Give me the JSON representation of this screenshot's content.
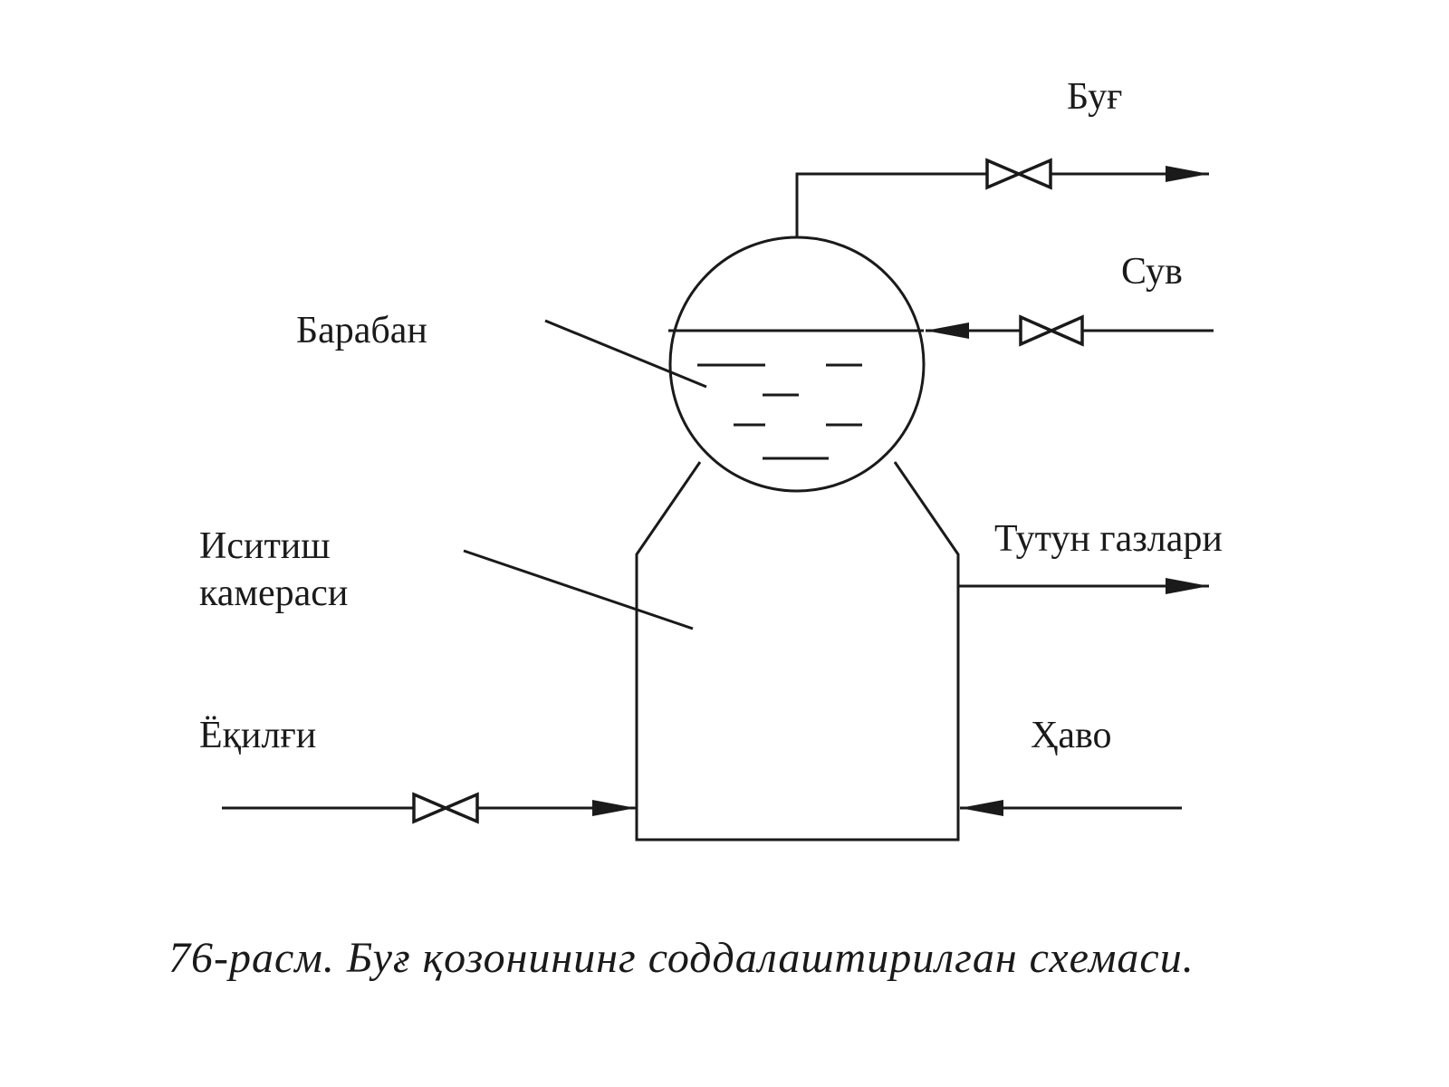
{
  "labels": {
    "steam": "Буғ",
    "water": "Сув",
    "drum": "Барабан",
    "heating_chamber_line1": "Иситиш",
    "heating_chamber_line2": "камераси",
    "flue_gases": "Тутун газлари",
    "fuel": "Ёқилғи",
    "air": "Ҳаво"
  },
  "caption": "76-расм. Буғ қозонининг соддалаштирилган схемаси.",
  "colors": {
    "line": "#1a1a1a",
    "background": "#ffffff"
  }
}
